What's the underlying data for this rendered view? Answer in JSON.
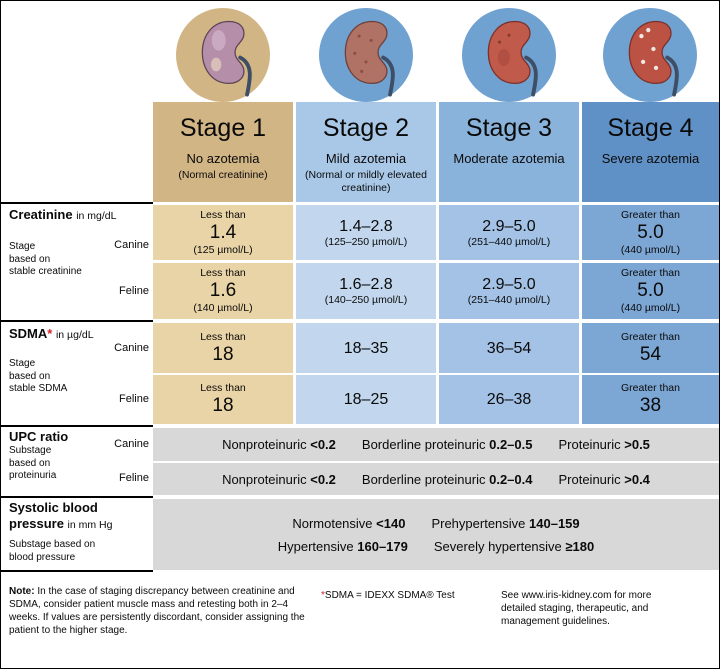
{
  "labels": {
    "canine": "Canine",
    "feline": "Feline"
  },
  "colors": {
    "red_accent": "#d2232a",
    "band_gray": "#d8d8d8",
    "stage1_tan": "#d2b585",
    "blue_circle": "#6fa1d1"
  },
  "stages": [
    {
      "name": "Stage 1",
      "azotemia": "No azotemia",
      "qualifier": "(Normal creatinine)",
      "header_color": "#d2b585",
      "cell_color": "#e9d4a7",
      "kidney_fill": "#b58fa9"
    },
    {
      "name": "Stage 2",
      "azotemia": "Mild azotemia",
      "qualifier": "(Normal or mildly elevated creatinine)",
      "header_color": "#a9c8e7",
      "cell_color": "#c2d7ee",
      "kidney_fill": "#b07265"
    },
    {
      "name": "Stage 3",
      "azotemia": "Moderate azotemia",
      "qualifier": "",
      "header_color": "#8ab3dc",
      "cell_color": "#a3c2e5",
      "kidney_fill": "#c05b4b"
    },
    {
      "name": "Stage 4",
      "azotemia": "Severe azotemia",
      "qualifier": "",
      "header_color": "#6091c6",
      "cell_color": "#7ca6d4",
      "kidney_fill": "#bb5243"
    }
  ],
  "creatinine": {
    "title": "Creatinine",
    "unit": "in mg/dL",
    "side_note": [
      "Stage",
      "based on",
      "stable creatinine"
    ],
    "canine": [
      {
        "prefix": "Less than",
        "value": "1.4",
        "sub": "(125 µmol/L)"
      },
      {
        "value": "1.4–2.8",
        "sub": "(125–250 µmol/L)"
      },
      {
        "value": "2.9–5.0",
        "sub": "(251–440 µmol/L)"
      },
      {
        "prefix": "Greater than",
        "value": "5.0",
        "sub": "(440 µmol/L)"
      }
    ],
    "feline": [
      {
        "prefix": "Less than",
        "value": "1.6",
        "sub": "(140 µmol/L)"
      },
      {
        "value": "1.6–2.8",
        "sub": "(140–250 µmol/L)"
      },
      {
        "value": "2.9–5.0",
        "sub": "(251–440 µmol/L)"
      },
      {
        "prefix": "Greater than",
        "value": "5.0",
        "sub": "(440 µmol/L)"
      }
    ]
  },
  "sdma": {
    "title": "SDMA",
    "asterisk": "*",
    "unit": "in µg/dL",
    "side_note": [
      "Stage",
      "based on",
      "stable SDMA"
    ],
    "canine": [
      {
        "prefix": "Less than",
        "value": "18"
      },
      {
        "value": "18–35"
      },
      {
        "value": "36–54"
      },
      {
        "prefix": "Greater than",
        "value": "54"
      }
    ],
    "feline": [
      {
        "prefix": "Less than",
        "value": "18"
      },
      {
        "value": "18–25"
      },
      {
        "value": "26–38"
      },
      {
        "prefix": "Greater than",
        "value": "38"
      }
    ]
  },
  "upc": {
    "title": "UPC ratio",
    "side_note": [
      "Substage",
      "based on",
      "proteinuria"
    ],
    "canine": [
      {
        "label": "Nonproteinuric",
        "value": "<0.2"
      },
      {
        "label": "Borderline proteinuric",
        "value": "0.2–0.5"
      },
      {
        "label": "Proteinuric",
        "value": ">0.5"
      }
    ],
    "feline": [
      {
        "label": "Nonproteinuric",
        "value": "<0.2"
      },
      {
        "label": "Borderline proteinuric",
        "value": "0.2–0.4"
      },
      {
        "label": "Proteinuric",
        "value": ">0.4"
      }
    ]
  },
  "blood_pressure": {
    "title_line1": "Systolic blood",
    "title_line2": "pressure",
    "unit": "in mm Hg",
    "side_note": [
      "Substage based on",
      "blood pressure"
    ],
    "line1": [
      {
        "label": "Normotensive",
        "value": "<140"
      },
      {
        "label": "Prehypertensive",
        "value": "140–159"
      }
    ],
    "line2": [
      {
        "label": "Hypertensive",
        "value": "160–179"
      },
      {
        "label": "Severely hypertensive",
        "value": "≥180"
      }
    ]
  },
  "footer": {
    "note_lead": "Note:",
    "note_text": "In the case of staging discrepancy between creatinine and SDMA, consider patient muscle mass and retesting both in 2–4 weeks. If values are persistently discordant, consider assigning the patient to the higher stage.",
    "sdma_asterisk": "*",
    "sdma_note": "SDMA = IDEXX SDMA® Test",
    "website_note": "See www.iris-kidney.com for more detailed staging, therapeutic, and management guidelines."
  }
}
